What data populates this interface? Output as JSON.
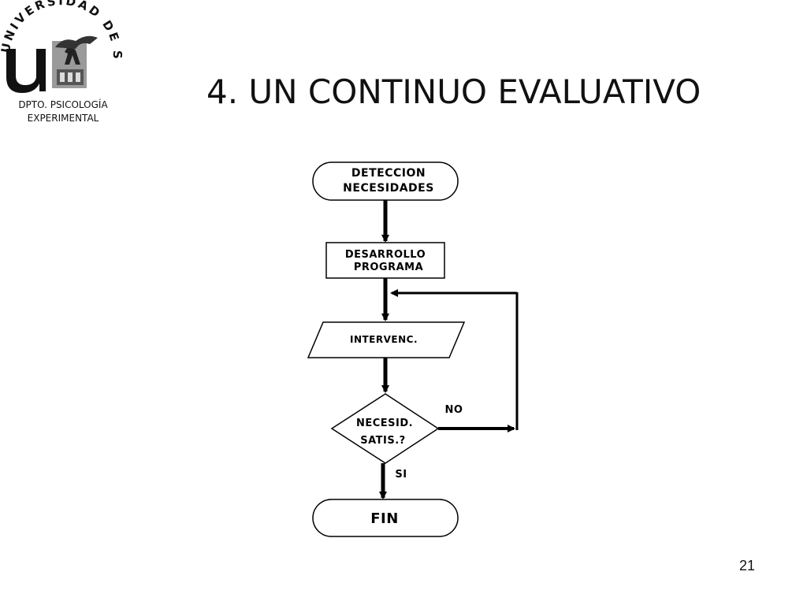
{
  "header": {
    "logo_ring_text": "UNIVERSIDAD DE SEVILLA",
    "department_line1": "DPTO. PSICOLOGÍA",
    "department_line2": "EXPERIMENTAL",
    "title": "4. UN CONTINUO EVALUATIVO"
  },
  "flowchart": {
    "start_line1": "DETECCION",
    "start_line2": "NECESIDADES",
    "process_line1": "DESARROLLO",
    "process_line2": "PROGRAMA",
    "io_label": "INTERVENC.",
    "decision_line1": "NECESID.",
    "decision_line2": "SATIS.?",
    "branch_no": "NO",
    "branch_yes": "SI",
    "end_label": "FIN"
  },
  "footer": {
    "page_number": "21"
  }
}
